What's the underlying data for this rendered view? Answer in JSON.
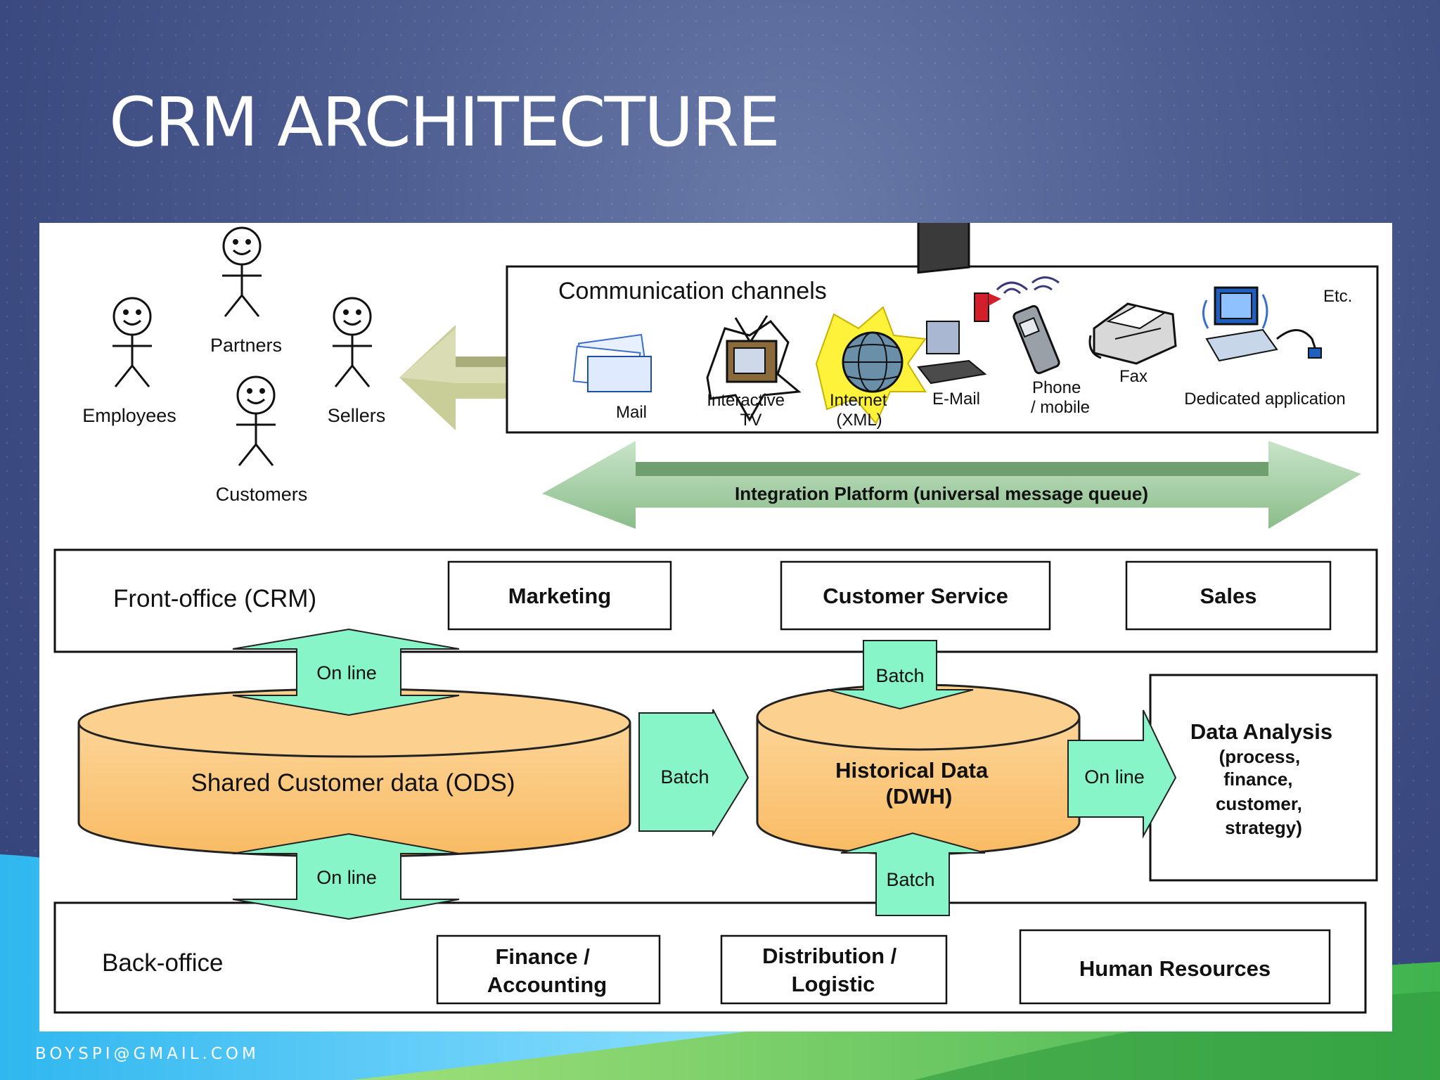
{
  "slide": {
    "title": "CRM ARCHITECTURE",
    "footer": "BOYSPI@GMAIL.COM"
  },
  "actors": [
    {
      "label": "Employees"
    },
    {
      "label": "Partners"
    },
    {
      "label": "Sellers"
    },
    {
      "label": "Customers"
    }
  ],
  "channels": {
    "title": "Communication channels",
    "etc": "Etc.",
    "items": [
      {
        "label": "Mail",
        "icon": "mail-icon"
      },
      {
        "label_lines": [
          "Interactive",
          "TV"
        ],
        "icon": "tv-icon"
      },
      {
        "label_lines": [
          "Internet",
          "(XML)"
        ],
        "icon": "globe-icon"
      },
      {
        "label": "E-Mail",
        "icon": "computer-icon"
      },
      {
        "label_lines": [
          "Phone",
          "/ mobile"
        ],
        "icon": "phone-icon"
      },
      {
        "label": "Fax",
        "icon": "fax-icon"
      },
      {
        "label": "Dedicated application",
        "icon": "workstation-icon"
      }
    ]
  },
  "integration": {
    "label": "Integration Platform (universal message queue)"
  },
  "front_office": {
    "label": "Front-office (CRM)",
    "modules": [
      "Marketing",
      "Customer Service",
      "Sales"
    ]
  },
  "back_office": {
    "label": "Back-office",
    "modules": [
      {
        "lines": [
          "Finance /",
          "Accounting"
        ]
      },
      {
        "lines": [
          "Distribution /",
          "Logistic"
        ]
      },
      {
        "lines": [
          "Human Resources"
        ]
      }
    ]
  },
  "ods": {
    "label": "Shared Customer data (ODS)"
  },
  "dwh": {
    "lines": [
      "Historical Data",
      "(DWH)"
    ]
  },
  "analysis": {
    "title": "Data Analysis",
    "lines": [
      "(process,",
      "finance,",
      "customer,",
      "strategy)"
    ]
  },
  "flows": {
    "ods_front": "On line",
    "ods_back": "On line",
    "ods_dwh": "Batch",
    "front_dwh": "Batch",
    "back_dwh": "Batch",
    "dwh_analysis": "On line"
  },
  "colors": {
    "cylinder": "#fbc77a",
    "cylinder_stroke": "#222222",
    "flow_arrow": "#88f5c8",
    "integration_arrow": "#9cc79c",
    "actor_arrow": "#d3d7aa"
  }
}
